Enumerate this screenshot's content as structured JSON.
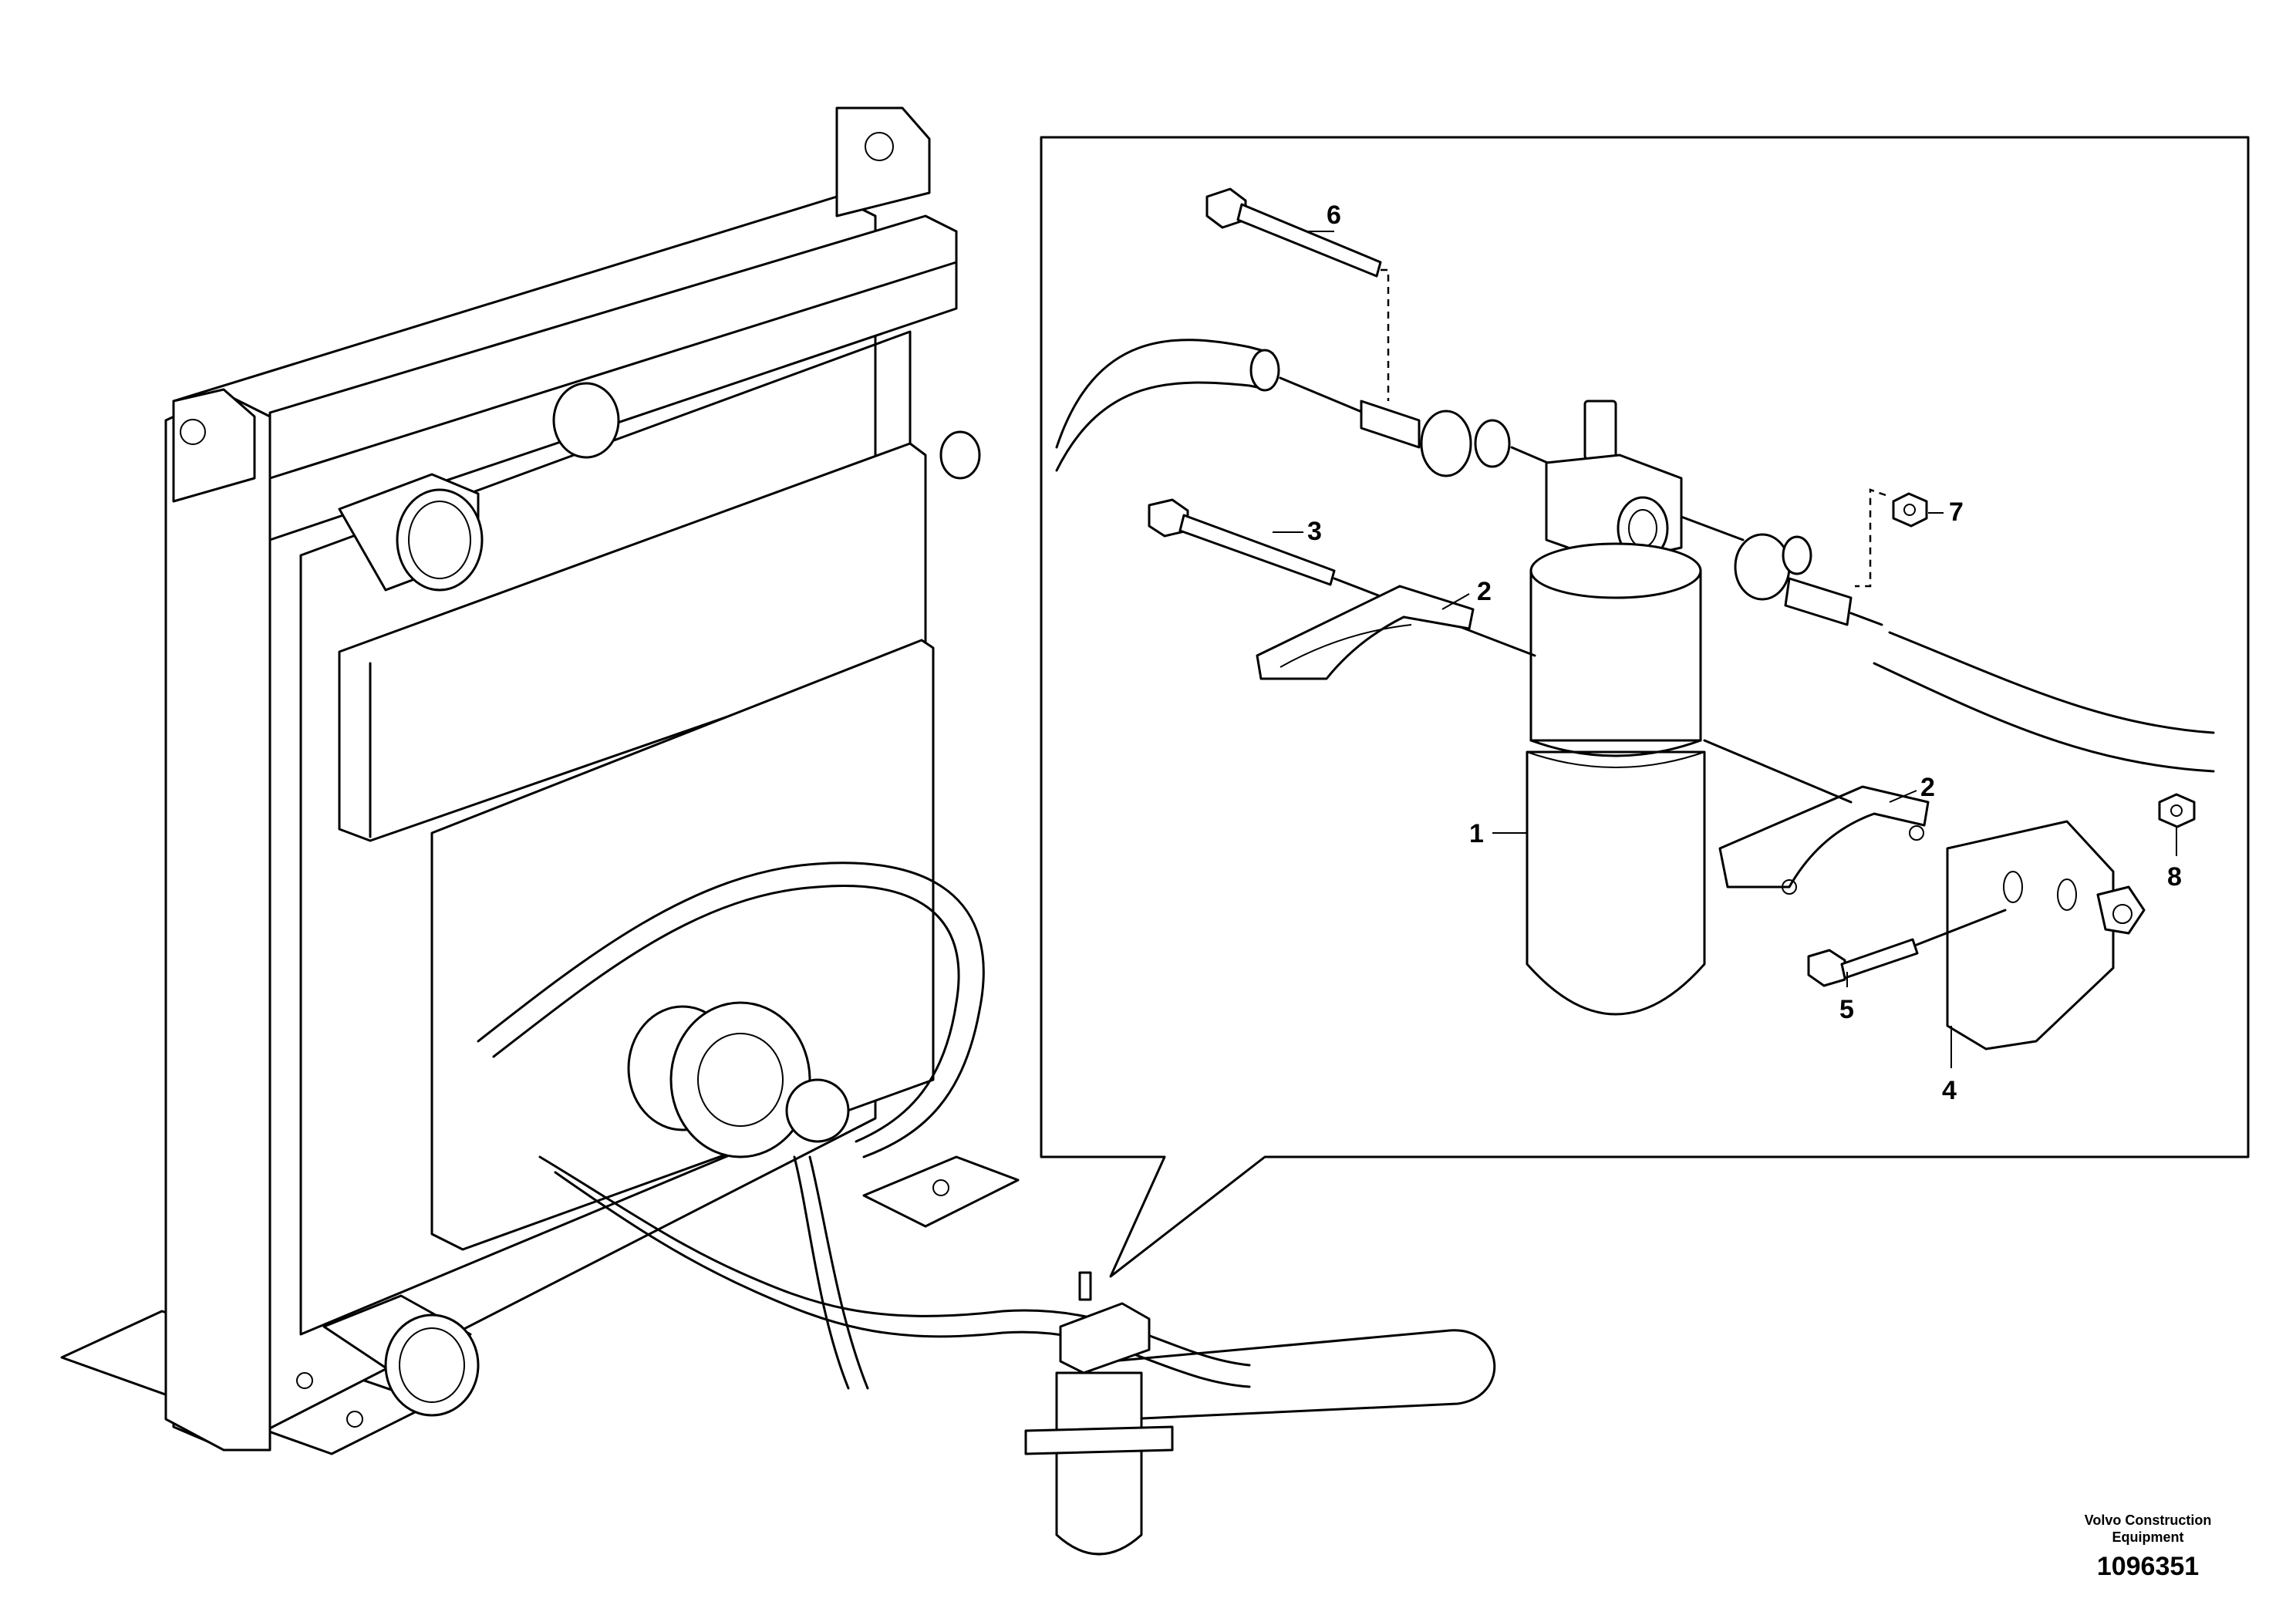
{
  "callouts": [
    {
      "id": "callout-1",
      "text": "1"
    },
    {
      "id": "callout-2a",
      "text": "2"
    },
    {
      "id": "callout-2b",
      "text": "2"
    },
    {
      "id": "callout-3",
      "text": "3"
    },
    {
      "id": "callout-4",
      "text": "4"
    },
    {
      "id": "callout-5",
      "text": "5"
    },
    {
      "id": "callout-6",
      "text": "6"
    },
    {
      "id": "callout-7",
      "text": "7"
    },
    {
      "id": "callout-8",
      "text": "8"
    }
  ],
  "footer": {
    "brand_line1": "Volvo Construction",
    "brand_line2": "Equipment",
    "drawing_number": "1096351"
  }
}
